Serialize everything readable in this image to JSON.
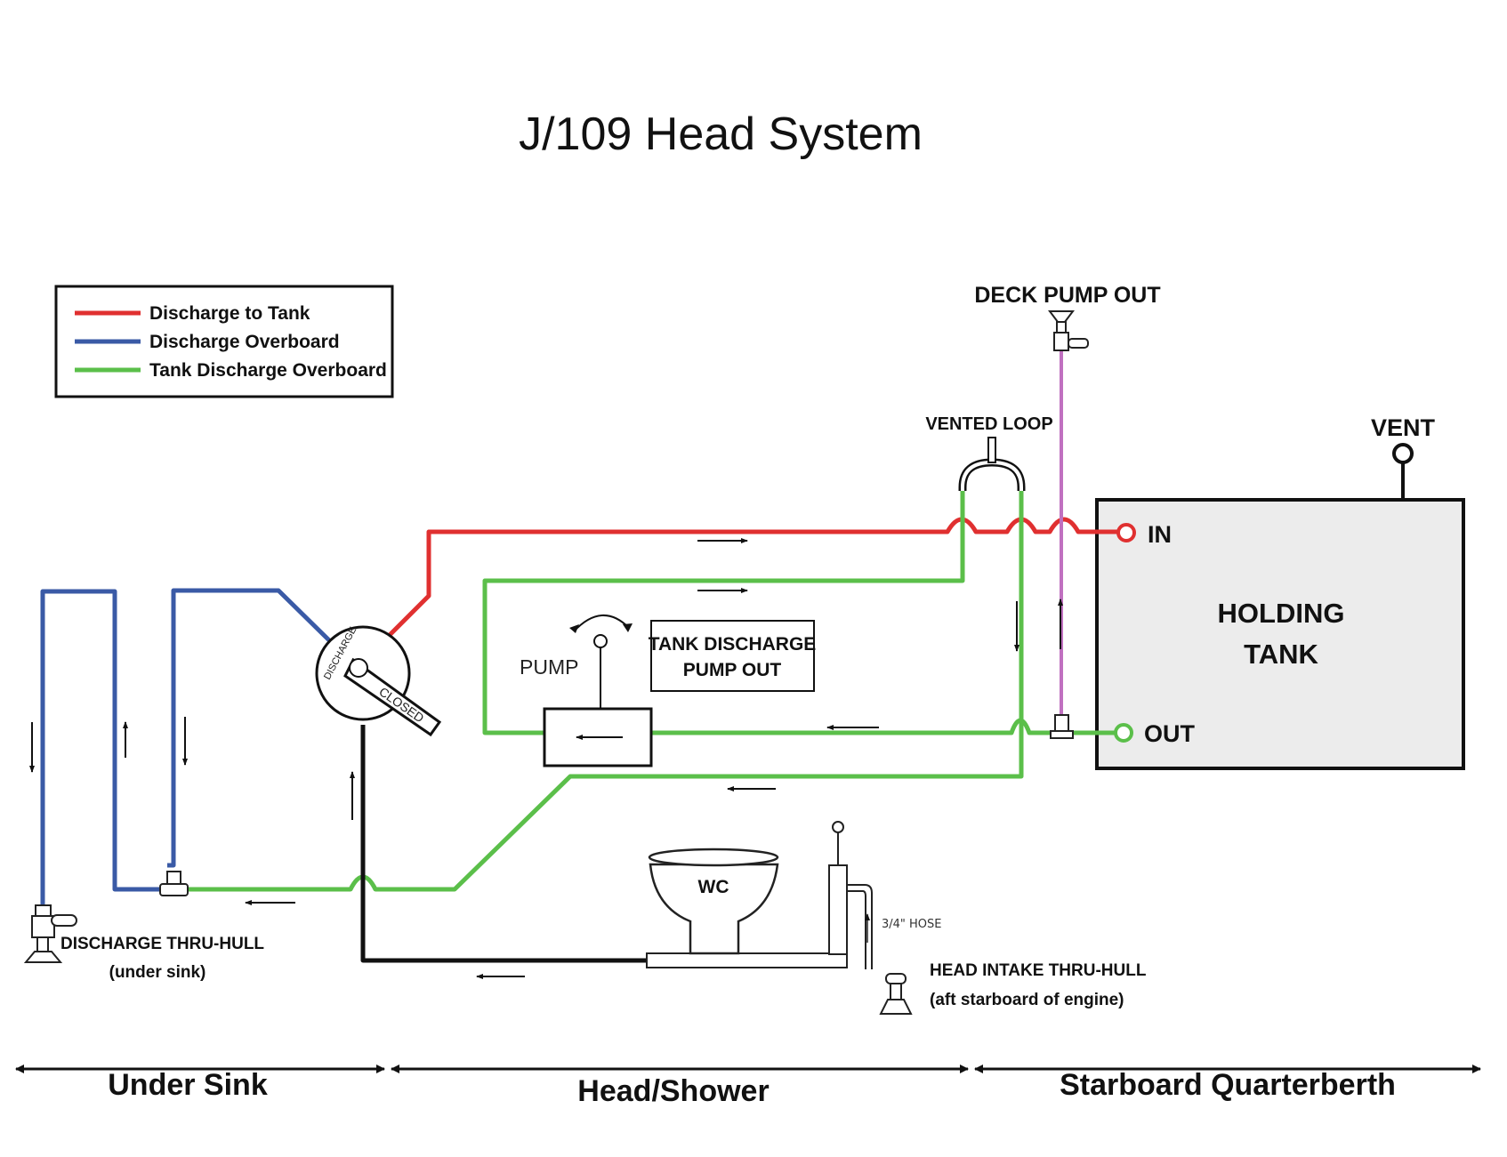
{
  "title": "J/109 Head System",
  "legend": {
    "items": [
      {
        "label": "Discharge to Tank",
        "color": "#e03030"
      },
      {
        "label": "Discharge Overboard",
        "color": "#3a5aa6"
      },
      {
        "label": "Tank Discharge Overboard",
        "color": "#5bbf4a"
      }
    ]
  },
  "pump_out_line_color": "#c070c0",
  "labels": {
    "deck_pump_out": "DECK PUMP OUT",
    "vented_loop": "VENTED LOOP",
    "vent": "VENT",
    "holding_tank_line1": "HOLDING",
    "holding_tank_line2": "TANK",
    "tank_in": "IN",
    "tank_out": "OUT",
    "pump": "PUMP",
    "pump_box_line1": "TANK DISCHARGE",
    "pump_box_line2": "PUMP OUT",
    "valve_discharge": "DISCHARGE",
    "valve_closed": "CLOSED",
    "wc": "WC",
    "hose": "3/4\" HOSE",
    "discharge_thru_hull": "DISCHARGE THRU-HULL",
    "discharge_thru_hull_note": "(under sink)",
    "head_intake_thru_hull": "HEAD INTAKE THRU-HULL",
    "head_intake_note": "(aft starboard of engine)"
  },
  "zones": [
    {
      "label": "Under Sink"
    },
    {
      "label": "Head/Shower"
    },
    {
      "label": "Starboard Quarterberth"
    }
  ]
}
